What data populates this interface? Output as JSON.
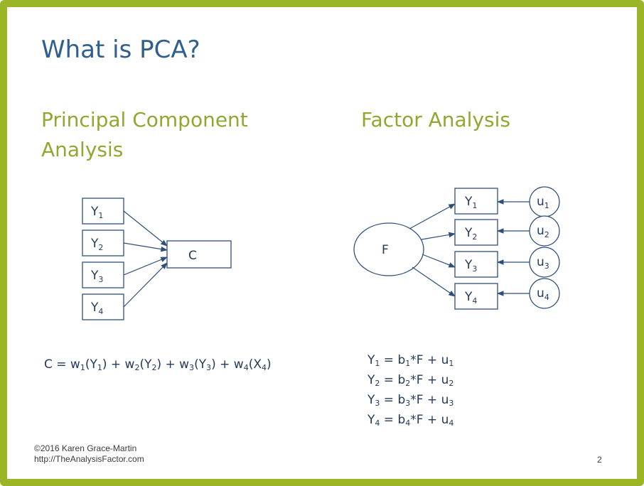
{
  "slide": {
    "title": "What is PCA?",
    "pca_heading_line1": "Principal Component",
    "pca_heading_line2": "Analysis",
    "fa_heading": "Factor Analysis",
    "page_number": "2",
    "footer_line1": "©2016 Karen Grace-Martin",
    "footer_line2": "http://TheAnalysisFactor.com",
    "border_color": "#9ab526",
    "title_color": "#2f5f8f",
    "heading_color": "#8ea830",
    "diagram_color": "#2e4f7a"
  },
  "pca": {
    "variables": [
      {
        "base": "Y",
        "sub": "1"
      },
      {
        "base": "Y",
        "sub": "2"
      },
      {
        "base": "Y",
        "sub": "3"
      },
      {
        "base": "Y",
        "sub": "4"
      }
    ],
    "component": "C",
    "equation": [
      {
        "t": "C = w"
      },
      {
        "s": "1"
      },
      {
        "t": "(Y"
      },
      {
        "s": "1"
      },
      {
        "t": ") + w"
      },
      {
        "s": "2"
      },
      {
        "t": "(Y"
      },
      {
        "s": "2"
      },
      {
        "t": ") + w"
      },
      {
        "s": "3"
      },
      {
        "t": "(Y"
      },
      {
        "s": "3"
      },
      {
        "t": ") + w"
      },
      {
        "s": "4"
      },
      {
        "t": "(X"
      },
      {
        "s": "4"
      },
      {
        "t": ")"
      }
    ]
  },
  "fa": {
    "factor": "F",
    "variables": [
      {
        "base": "Y",
        "sub": "1"
      },
      {
        "base": "Y",
        "sub": "2"
      },
      {
        "base": "Y",
        "sub": "3"
      },
      {
        "base": "Y",
        "sub": "4"
      }
    ],
    "errors": [
      {
        "base": "u",
        "sub": "1"
      },
      {
        "base": "u",
        "sub": "2"
      },
      {
        "base": "u",
        "sub": "3"
      },
      {
        "base": "u",
        "sub": "4"
      }
    ],
    "equations": [
      [
        {
          "t": "Y"
        },
        {
          "s": "1"
        },
        {
          "t": " = b"
        },
        {
          "s": "1"
        },
        {
          "t": "*F + u"
        },
        {
          "s": "1"
        }
      ],
      [
        {
          "t": "Y"
        },
        {
          "s": "2"
        },
        {
          "t": " = b"
        },
        {
          "s": "2"
        },
        {
          "t": "*F + u"
        },
        {
          "s": "2"
        }
      ],
      [
        {
          "t": "Y"
        },
        {
          "s": "3"
        },
        {
          "t": " = b"
        },
        {
          "s": "3"
        },
        {
          "t": "*F + u"
        },
        {
          "s": "3"
        }
      ],
      [
        {
          "t": "Y"
        },
        {
          "s": "4"
        },
        {
          "t": " = b"
        },
        {
          "s": "4"
        },
        {
          "t": "*F + u"
        },
        {
          "s": "4"
        }
      ]
    ]
  }
}
